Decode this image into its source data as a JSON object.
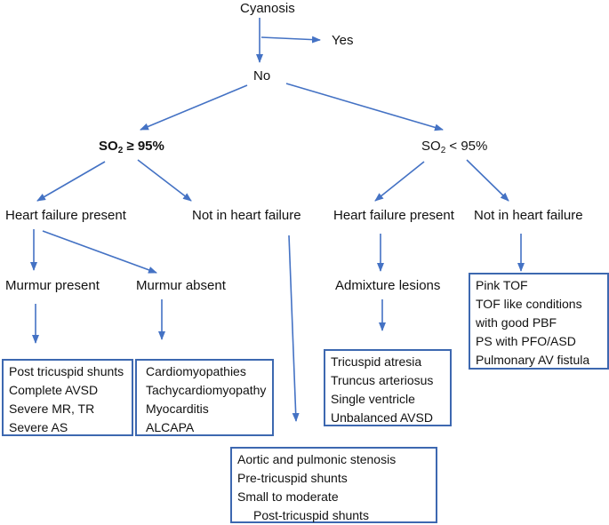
{
  "nodes": {
    "cyanosis": "Cyanosis",
    "yes": "Yes",
    "no": "No",
    "so2_high_pre": "SO",
    "so2_high_sub": "2",
    "so2_high_post": " ≥ 95%",
    "so2_low_pre": "SO",
    "so2_low_sub": "2",
    "so2_low_post": " < 95%",
    "hf_present_left": "Heart failure present",
    "not_hf_left": "Not in heart failure",
    "hf_present_right": "Heart failure present",
    "not_hf_right": "Not in heart failure",
    "murmur_present": "Murmur present",
    "murmur_absent": "Murmur absent",
    "admixture": "Admixture lesions"
  },
  "boxes": {
    "post_tricuspid": [
      "Post tricuspid shunts",
      "Complete AVSD",
      "Severe MR, TR",
      "Severe AS"
    ],
    "cardiomyopathies": [
      "Cardiomyopathies",
      "Tachycardiomyopathy",
      "Myocarditis",
      "ALCAPA"
    ],
    "aortic": [
      "Aortic and pulmonic stenosis",
      "Pre-tricuspid shunts",
      "Small to moderate",
      "Post-tricuspid shunts"
    ],
    "tricuspid": [
      "Tricuspid atresia",
      "Truncus arteriosus",
      "Single ventricle",
      "Unbalanced AVSD"
    ],
    "tof": [
      "Pink TOF",
      "TOF like conditions",
      "with good PBF",
      "PS with PFO/ASD",
      "Pulmonary AV fistula"
    ]
  },
  "colors": {
    "arrow": "#4472c4",
    "box_border": "#3d68b0"
  }
}
